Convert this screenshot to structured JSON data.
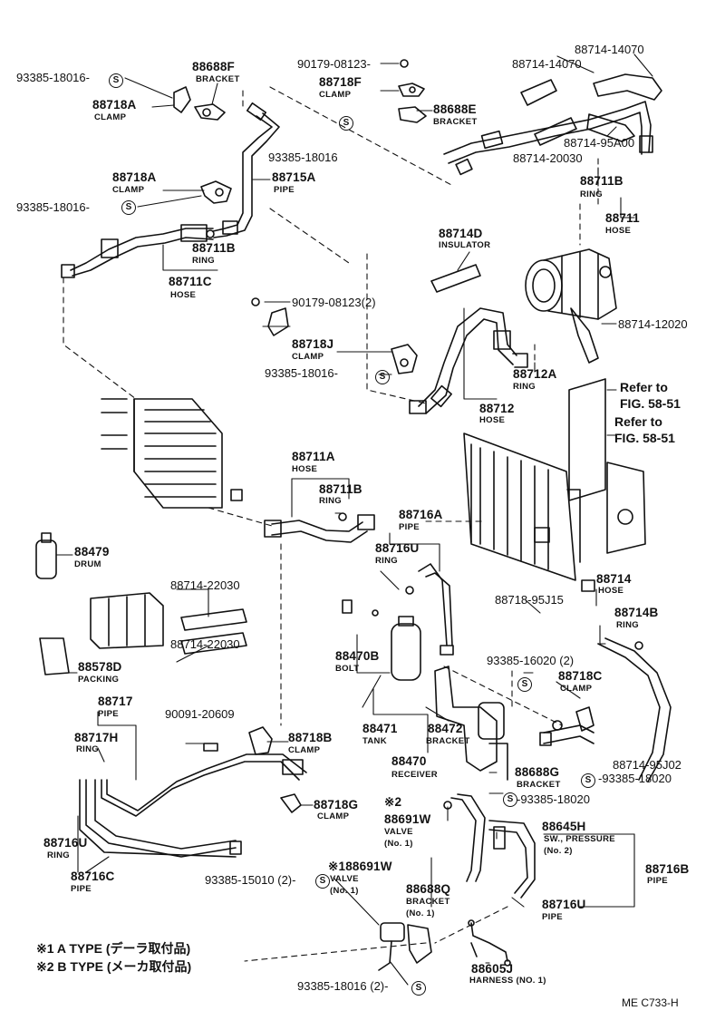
{
  "symbol": "S",
  "labels": [
    {
      "id": "a1",
      "name": "ps-93385-18016-top",
      "t": "93385-18016-",
      "c": "ps"
    },
    {
      "id": "a2",
      "name": "pn-88688F",
      "t": "88688F",
      "c": "pn"
    },
    {
      "id": "a3",
      "name": "sub-bracket-88688F",
      "t": "BRACKET",
      "c": "sub"
    },
    {
      "id": "a4",
      "name": "pn-88718A-top",
      "t": "88718A",
      "c": "pn"
    },
    {
      "id": "a5",
      "name": "sub-clamp-88718A-top",
      "t": "CLAMP",
      "c": "sub"
    },
    {
      "id": "a6",
      "name": "ps-90179-08123",
      "t": "90179-08123-",
      "c": "ps"
    },
    {
      "id": "a7",
      "name": "pn-88718F",
      "t": "88718F",
      "c": "pn"
    },
    {
      "id": "a8",
      "name": "sub-clamp-88718F",
      "t": "CLAMP",
      "c": "sub"
    },
    {
      "id": "a9",
      "name": "pn-88688E",
      "t": "88688E",
      "c": "pn"
    },
    {
      "id": "a10",
      "name": "sub-bracket-88688E",
      "t": "BRACKET",
      "c": "sub"
    },
    {
      "id": "a11",
      "name": "ps-93385-18016-mid",
      "t": "93385-18016",
      "c": "ps"
    },
    {
      "id": "a12",
      "name": "ps-88714-14070-a",
      "t": "88714-14070",
      "c": "ps"
    },
    {
      "id": "a13",
      "name": "ps-88714-14070-b",
      "t": "88714-14070",
      "c": "ps"
    },
    {
      "id": "a14",
      "name": "ps-88714-95A00",
      "t": "88714-95A00",
      "c": "ps"
    },
    {
      "id": "a15",
      "name": "ps-88714-20030",
      "t": "88714-20030",
      "c": "ps"
    },
    {
      "id": "a16",
      "name": "pn-88711B-right",
      "t": "88711B",
      "c": "pn"
    },
    {
      "id": "a17",
      "name": "sub-ring-88711B-right",
      "t": "RING",
      "c": "sub"
    },
    {
      "id": "a18",
      "name": "pn-88711",
      "t": "88711",
      "c": "pn"
    },
    {
      "id": "a19",
      "name": "sub-hose-88711",
      "t": "HOSE",
      "c": "sub"
    },
    {
      "id": "a20",
      "name": "pn-88718A-left",
      "t": "88718A",
      "c": "pn"
    },
    {
      "id": "a21",
      "name": "sub-clamp-88718A-left",
      "t": "CLAMP",
      "c": "sub"
    },
    {
      "id": "a22",
      "name": "ps-93385-18016-left",
      "t": "93385-18016-",
      "c": "ps"
    },
    {
      "id": "a23",
      "name": "pn-88715A",
      "t": "88715A",
      "c": "pn"
    },
    {
      "id": "a24",
      "name": "sub-pipe-88715A",
      "t": "PIPE",
      "c": "sub"
    },
    {
      "id": "a25",
      "name": "pn-88711B-left",
      "t": "88711B",
      "c": "pn"
    },
    {
      "id": "a26",
      "name": "sub-ring-88711B-left",
      "t": "RING",
      "c": "sub"
    },
    {
      "id": "a27",
      "name": "pn-88711C",
      "t": "88711C",
      "c": "pn"
    },
    {
      "id": "a28",
      "name": "sub-hose-88711C",
      "t": "HOSE",
      "c": "sub"
    },
    {
      "id": "a29",
      "name": "pn-88714D",
      "t": "88714D",
      "c": "pn"
    },
    {
      "id": "a30",
      "name": "sub-insulator-88714D",
      "t": "INSULATOR",
      "c": "sub"
    },
    {
      "id": "a31",
      "name": "ps-90179-08123-2",
      "t": "90179-08123(2)",
      "c": "ps"
    },
    {
      "id": "a32",
      "name": "ps-88714-12020",
      "t": "88714-12020",
      "c": "ps"
    },
    {
      "id": "a33",
      "name": "pn-88718J",
      "t": "88718J",
      "c": "pn"
    },
    {
      "id": "a34",
      "name": "sub-clamp-88718J",
      "t": "CLAMP",
      "c": "sub"
    },
    {
      "id": "a35",
      "name": "ps-93385-18016-j",
      "t": "93385-18016-",
      "c": "ps"
    },
    {
      "id": "a36",
      "name": "pn-88712A",
      "t": "88712A",
      "c": "pn"
    },
    {
      "id": "a37",
      "name": "sub-ring-88712A",
      "t": "RING",
      "c": "sub"
    },
    {
      "id": "a38",
      "name": "pn-88712",
      "t": "88712",
      "c": "pn"
    },
    {
      "id": "a39",
      "name": "sub-hose-88712",
      "t": "HOSE",
      "c": "sub"
    },
    {
      "id": "a40",
      "name": "ref-fig-1a",
      "t": "Refer to",
      "c": "note"
    },
    {
      "id": "a41",
      "name": "ref-fig-1b",
      "t": "FIG. 58-51",
      "c": "note"
    },
    {
      "id": "a42",
      "name": "ref-fig-2a",
      "t": "Refer to",
      "c": "note"
    },
    {
      "id": "a43",
      "name": "ref-fig-2b",
      "t": "FIG. 58-51",
      "c": "note"
    },
    {
      "id": "a44",
      "name": "pn-88711A",
      "t": "88711A",
      "c": "pn"
    },
    {
      "id": "a45",
      "name": "sub-hose-88711A",
      "t": "HOSE",
      "c": "sub"
    },
    {
      "id": "a46",
      "name": "pn-88711B-mid",
      "t": "88711B",
      "c": "pn"
    },
    {
      "id": "a47",
      "name": "sub-ring-88711B-mid",
      "t": "RING",
      "c": "sub"
    },
    {
      "id": "a48",
      "name": "pn-88716A",
      "t": "88716A",
      "c": "pn"
    },
    {
      "id": "a49",
      "name": "sub-pipe-88716A",
      "t": "PIPE",
      "c": "sub"
    },
    {
      "id": "a50",
      "name": "pn-88716U-mid",
      "t": "88716U",
      "c": "pn"
    },
    {
      "id": "a51",
      "name": "sub-ring-88716U-mid",
      "t": "RING",
      "c": "sub"
    },
    {
      "id": "a52",
      "name": "pn-88479",
      "t": "88479",
      "c": "pn"
    },
    {
      "id": "a53",
      "name": "sub-drum-88479",
      "t": "DRUM",
      "c": "sub"
    },
    {
      "id": "a54",
      "name": "ps-88714-22030-a",
      "t": "88714-22030",
      "c": "ps"
    },
    {
      "id": "a55",
      "name": "ps-88714-22030-b",
      "t": "88714-22030",
      "c": "ps"
    },
    {
      "id": "a56",
      "name": "pn-88578D",
      "t": "88578D",
      "c": "pn"
    },
    {
      "id": "a57",
      "name": "sub-packing-88578D",
      "t": "PACKING",
      "c": "sub"
    },
    {
      "id": "a58",
      "name": "pn-88714",
      "t": "88714",
      "c": "pn"
    },
    {
      "id": "a59",
      "name": "sub-hose-88714",
      "t": "HOSE",
      "c": "sub"
    },
    {
      "id": "a60",
      "name": "ps-88718-95J15",
      "t": "88718-95J15",
      "c": "ps"
    },
    {
      "id": "a61",
      "name": "pn-88714B",
      "t": "88714B",
      "c": "pn"
    },
    {
      "id": "a62",
      "name": "sub-ring-88714B",
      "t": "RING",
      "c": "sub"
    },
    {
      "id": "a63",
      "name": "pn-88470B",
      "t": "88470B",
      "c": "pn"
    },
    {
      "id": "a64",
      "name": "sub-bolt-88470B",
      "t": "BOLT",
      "c": "sub"
    },
    {
      "id": "a65",
      "name": "ps-93385-16020-2",
      "t": "93385-16020 (2)",
      "c": "ps"
    },
    {
      "id": "a66",
      "name": "pn-88718C",
      "t": "88718C",
      "c": "pn"
    },
    {
      "id": "a67",
      "name": "sub-clamp-88718C",
      "t": "CLAMP",
      "c": "sub"
    },
    {
      "id": "a68",
      "name": "pn-88717",
      "t": "88717",
      "c": "pn"
    },
    {
      "id": "a69",
      "name": "sub-pipe-88717",
      "t": "PIPE",
      "c": "sub"
    },
    {
      "id": "a70",
      "name": "ps-90091-20609",
      "t": "90091-20609",
      "c": "ps"
    },
    {
      "id": "a71",
      "name": "pn-88471",
      "t": "88471",
      "c": "pn"
    },
    {
      "id": "a72",
      "name": "sub-tank-88471",
      "t": "TANK",
      "c": "sub"
    },
    {
      "id": "a73",
      "name": "pn-88472",
      "t": "88472",
      "c": "pn"
    },
    {
      "id": "a74",
      "name": "sub-bracket-88472",
      "t": "BRACKET",
      "c": "sub"
    },
    {
      "id": "a75",
      "name": "pn-88717H",
      "t": "88717H",
      "c": "pn"
    },
    {
      "id": "a76",
      "name": "sub-ring-88717H",
      "t": "RING",
      "c": "sub"
    },
    {
      "id": "a77",
      "name": "pn-88718B",
      "t": "88718B",
      "c": "pn"
    },
    {
      "id": "a78",
      "name": "sub-clamp-88718B",
      "t": "CLAMP",
      "c": "sub"
    },
    {
      "id": "a79",
      "name": "ps-88714-95J02",
      "t": "88714-95J02",
      "c": "ps"
    },
    {
      "id": "a80",
      "name": "pn-88470",
      "t": "88470",
      "c": "pn"
    },
    {
      "id": "a81",
      "name": "sub-receiver-88470",
      "t": "RECEIVER",
      "c": "sub"
    },
    {
      "id": "a82",
      "name": "pn-88688G",
      "t": "88688G",
      "c": "pn"
    },
    {
      "id": "a83",
      "name": "sub-bracket-88688G",
      "t": "BRACKET",
      "c": "sub"
    },
    {
      "id": "a84",
      "name": "ps-93385-18020-a",
      "t": "-93385-18020",
      "c": "ps"
    },
    {
      "id": "a85",
      "name": "ps-93385-18020-b",
      "t": "-93385-18020",
      "c": "ps"
    },
    {
      "id": "a86",
      "name": "pn-88718G",
      "t": "88718G",
      "c": "pn"
    },
    {
      "id": "a87",
      "name": "sub-clamp-88718G",
      "t": "CLAMP",
      "c": "sub"
    },
    {
      "id": "a88",
      "name": "note-mark-2",
      "t": "※2",
      "c": "pn"
    },
    {
      "id": "a89",
      "name": "pn-88691W-a",
      "t": "88691W",
      "c": "pn"
    },
    {
      "id": "a90",
      "name": "sub-valve-a",
      "t": "VALVE",
      "c": "sub"
    },
    {
      "id": "a91",
      "name": "sub-no1-a",
      "t": "(No. 1)",
      "c": "sub"
    },
    {
      "id": "a92",
      "name": "pn-88645H",
      "t": "88645H",
      "c": "pn"
    },
    {
      "id": "a93",
      "name": "sub-sw-pressure",
      "t": "SW., PRESSURE",
      "c": "sub"
    },
    {
      "id": "a94",
      "name": "sub-no2",
      "t": "(No. 2)",
      "c": "sub"
    },
    {
      "id": "a95",
      "name": "pn-88716U-left",
      "t": "88716U",
      "c": "pn"
    },
    {
      "id": "a96",
      "name": "sub-ring-88716U-left",
      "t": "RING",
      "c": "sub"
    },
    {
      "id": "a97",
      "name": "pn-88716C",
      "t": "88716C",
      "c": "pn"
    },
    {
      "id": "a98",
      "name": "sub-pipe-88716C",
      "t": "PIPE",
      "c": "sub"
    },
    {
      "id": "a99",
      "name": "ps-93385-15010-2",
      "t": "93385-15010 (2)-",
      "c": "ps"
    },
    {
      "id": "a100",
      "name": "pn-88691W-b",
      "t": "※188691W",
      "c": "pn"
    },
    {
      "id": "a101",
      "name": "sub-valve-b",
      "t": "VALVE",
      "c": "sub"
    },
    {
      "id": "a102",
      "name": "sub-no1-b",
      "t": "(No. 1)",
      "c": "sub"
    },
    {
      "id": "a103",
      "name": "pn-88688Q",
      "t": "88688Q",
      "c": "pn"
    },
    {
      "id": "a104",
      "name": "sub-bracket-88688Q",
      "t": "BRACKET",
      "c": "sub"
    },
    {
      "id": "a105",
      "name": "sub-no1-c",
      "t": "(No. 1)",
      "c": "sub"
    },
    {
      "id": "a106",
      "name": "pn-88716B",
      "t": "88716B",
      "c": "pn"
    },
    {
      "id": "a107",
      "name": "sub-pipe-88716B",
      "t": "PIPE",
      "c": "sub"
    },
    {
      "id": "a108",
      "name": "pn-88716U-right",
      "t": "88716U",
      "c": "pn"
    },
    {
      "id": "a109",
      "name": "sub-pipe-88716U-right",
      "t": "PIPE",
      "c": "sub"
    },
    {
      "id": "a110",
      "name": "note-type-a",
      "t": "※1 A TYPE (デーラ取付品)",
      "c": "note"
    },
    {
      "id": "a111",
      "name": "note-type-b",
      "t": "※2 B TYPE (メーカ取付品)",
      "c": "note"
    },
    {
      "id": "a112",
      "name": "pn-88605J",
      "t": "88605J",
      "c": "pn"
    },
    {
      "id": "a113",
      "name": "sub-harness",
      "t": "HARNESS (NO. 1)",
      "c": "sub"
    },
    {
      "id": "a114",
      "name": "ps-93385-18016-2",
      "t": "93385-18016 (2)-",
      "c": "ps"
    },
    {
      "id": "a115",
      "name": "code-me-c733h",
      "t": "ME  C733-H",
      "c": "code"
    }
  ]
}
